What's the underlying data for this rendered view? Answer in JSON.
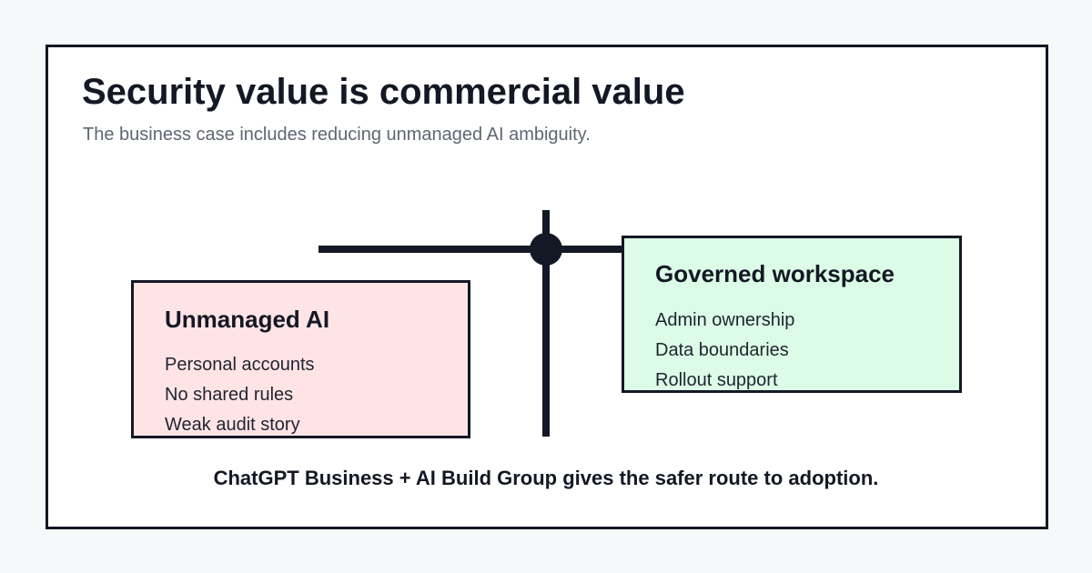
{
  "colors": {
    "frame_border": "#141824",
    "unmanaged_fill": "#ffe4e6",
    "governed_fill": "#dcfce7",
    "text_dark": "#141824",
    "text_muted": "#5f6673"
  },
  "header": {
    "title": "Security value is commercial value",
    "subtitle": "The business case includes reducing unmanaged AI ambiguity."
  },
  "diagram": {
    "type": "balance-scale",
    "unmanaged": {
      "heading": "Unmanaged AI",
      "items": [
        "Personal accounts",
        "No shared rules",
        "Weak audit story"
      ]
    },
    "governed": {
      "heading": "Governed workspace",
      "items": [
        "Admin ownership",
        "Data boundaries",
        "Rollout support"
      ]
    }
  },
  "footer": {
    "caption": "ChatGPT Business + AI Build Group gives the safer route to adoption."
  }
}
